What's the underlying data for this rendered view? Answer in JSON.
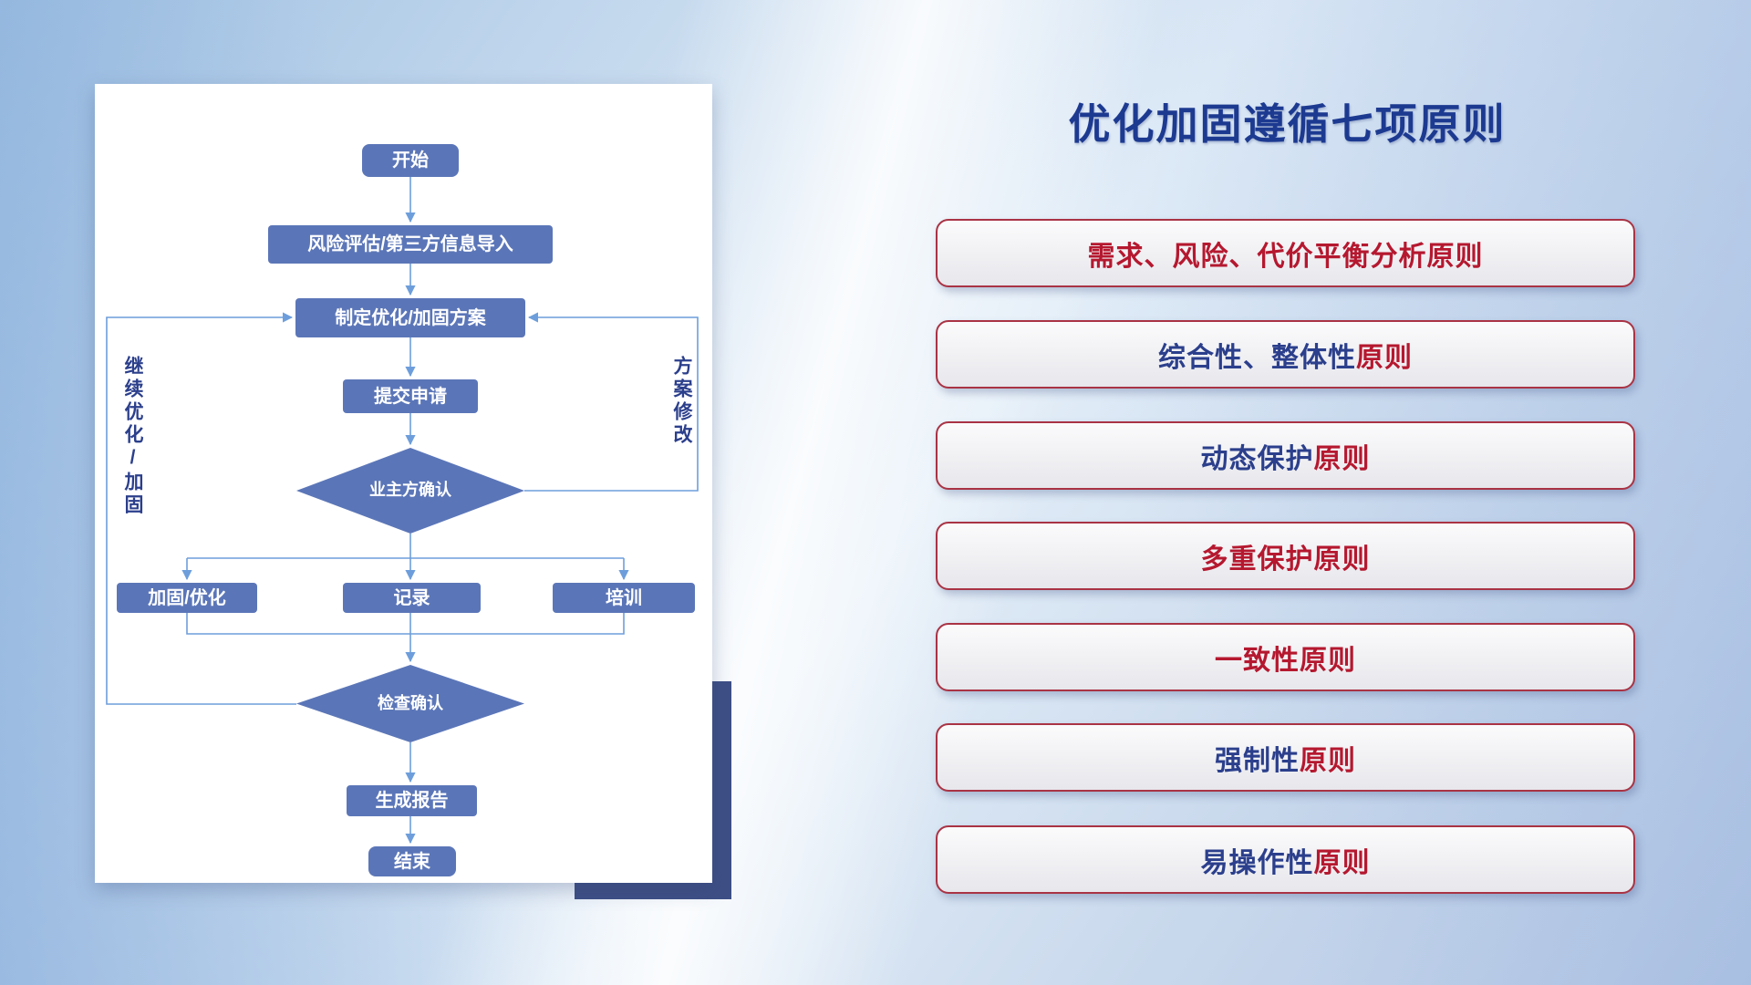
{
  "slide": {
    "title": "优化加固遵循七项原则",
    "colors": {
      "title": "#1d3a91",
      "node_fill": "#5b76b8",
      "node_text": "#ffffff",
      "connector": "#6d9edb",
      "loop_label": "#2b3f8c",
      "card_shadow": "#3e4f85",
      "box_border": "#a93344",
      "principle_red": "#b5182f",
      "principle_blue": "#2b3f8c"
    }
  },
  "flowchart": {
    "nodes": {
      "start": "开始",
      "risk_import": "风险评估/第三方信息导入",
      "make_plan": "制定优化/加固方案",
      "submit": "提交申请",
      "owner_confirm": "业主方确认",
      "reinforce": "加固/优化",
      "record": "记录",
      "training": "培训",
      "check_confirm": "检查确认",
      "report": "生成报告",
      "end": "结束"
    },
    "loop_labels": {
      "continue_optimize": "继续优化/加固",
      "plan_revise": "方案修改"
    }
  },
  "principles": [
    {
      "segments": [
        {
          "text": "需求、风险、代价平衡分析原则",
          "color": "#b5182f"
        }
      ]
    },
    {
      "segments": [
        {
          "text": "综合性、整体性",
          "color": "#2b3f8c"
        },
        {
          "text": "原则",
          "color": "#b5182f"
        }
      ]
    },
    {
      "segments": [
        {
          "text": "动态保护",
          "color": "#2b3f8c"
        },
        {
          "text": "原则",
          "color": "#b5182f"
        }
      ]
    },
    {
      "segments": [
        {
          "text": "多重保护原则",
          "color": "#b5182f"
        }
      ]
    },
    {
      "segments": [
        {
          "text": "一致性原则",
          "color": "#b5182f"
        }
      ]
    },
    {
      "segments": [
        {
          "text": "强制性",
          "color": "#2b3f8c"
        },
        {
          "text": "原则",
          "color": "#b5182f"
        }
      ]
    },
    {
      "segments": [
        {
          "text": "易操作性",
          "color": "#2b3f8c"
        },
        {
          "text": "原则",
          "color": "#b5182f"
        }
      ]
    }
  ]
}
